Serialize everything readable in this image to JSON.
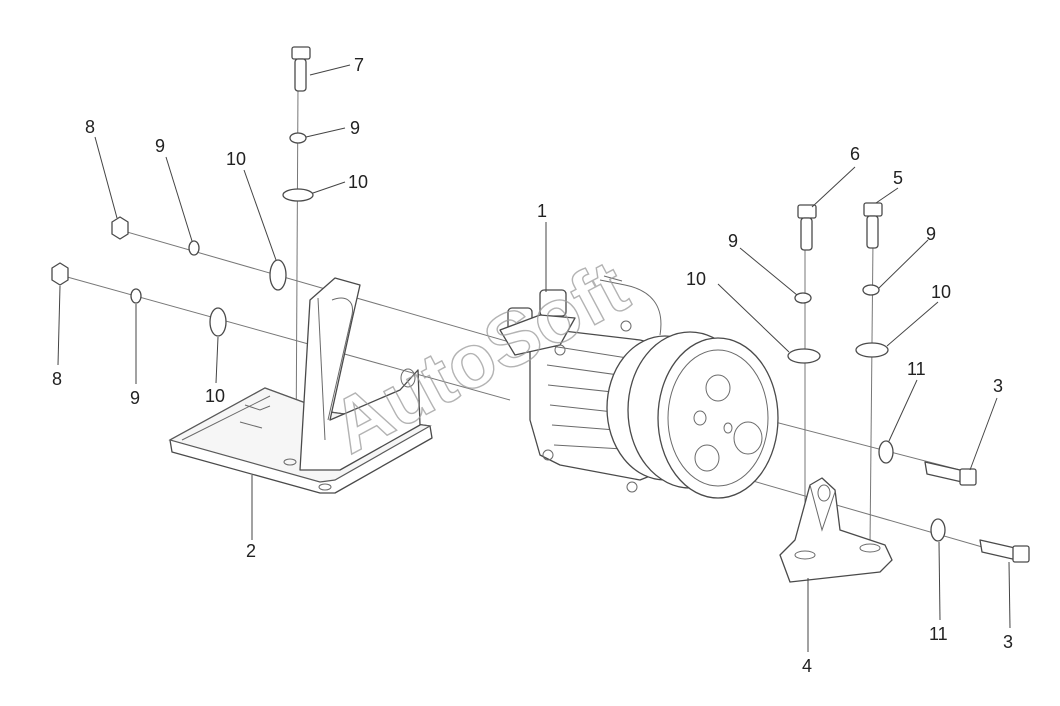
{
  "watermark": "AutoSoft",
  "callouts": [
    {
      "id": "c1",
      "text": "1"
    },
    {
      "id": "c2",
      "text": "2"
    },
    {
      "id": "c3a",
      "text": "3"
    },
    {
      "id": "c3b",
      "text": "3"
    },
    {
      "id": "c4",
      "text": "4"
    },
    {
      "id": "c5",
      "text": "5"
    },
    {
      "id": "c6",
      "text": "6"
    },
    {
      "id": "c7",
      "text": "7"
    },
    {
      "id": "c8a",
      "text": "8"
    },
    {
      "id": "c8b",
      "text": "8"
    },
    {
      "id": "c9a",
      "text": "9"
    },
    {
      "id": "c9b",
      "text": "9"
    },
    {
      "id": "c9c",
      "text": "9"
    },
    {
      "id": "c9d",
      "text": "9"
    },
    {
      "id": "c9e",
      "text": "9"
    },
    {
      "id": "c10a",
      "text": "10"
    },
    {
      "id": "c10b",
      "text": "10"
    },
    {
      "id": "c10c",
      "text": "10"
    },
    {
      "id": "c10d",
      "text": "10"
    },
    {
      "id": "c10e",
      "text": "10"
    },
    {
      "id": "c11a",
      "text": "11"
    },
    {
      "id": "c11b",
      "text": "11"
    }
  ]
}
